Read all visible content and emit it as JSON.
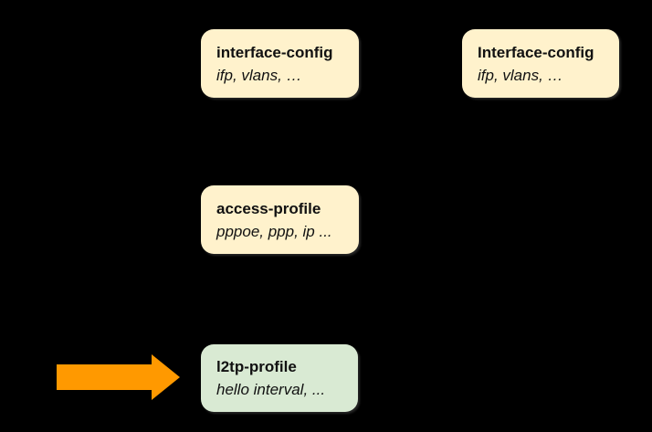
{
  "diagram": {
    "background": "#000000",
    "text_color": "#111111",
    "nodes": [
      {
        "title": "interface-config",
        "subtitle": "ifp, vlans, …",
        "fill": "#FFF2CC"
      },
      {
        "title": "Interface-config",
        "subtitle": "ifp, vlans, …",
        "fill": "#FFF2CC"
      },
      {
        "title": "access-profile",
        "subtitle": "pppoe, ppp, ip ...",
        "fill": "#FFF2CC"
      },
      {
        "title": "l2tp-profile",
        "subtitle": "hello interval, ...",
        "fill": "#D9EAD3"
      }
    ],
    "arrow": {
      "name": "highlight-right-arrow",
      "color": "#FF9900",
      "direction": "right"
    }
  }
}
